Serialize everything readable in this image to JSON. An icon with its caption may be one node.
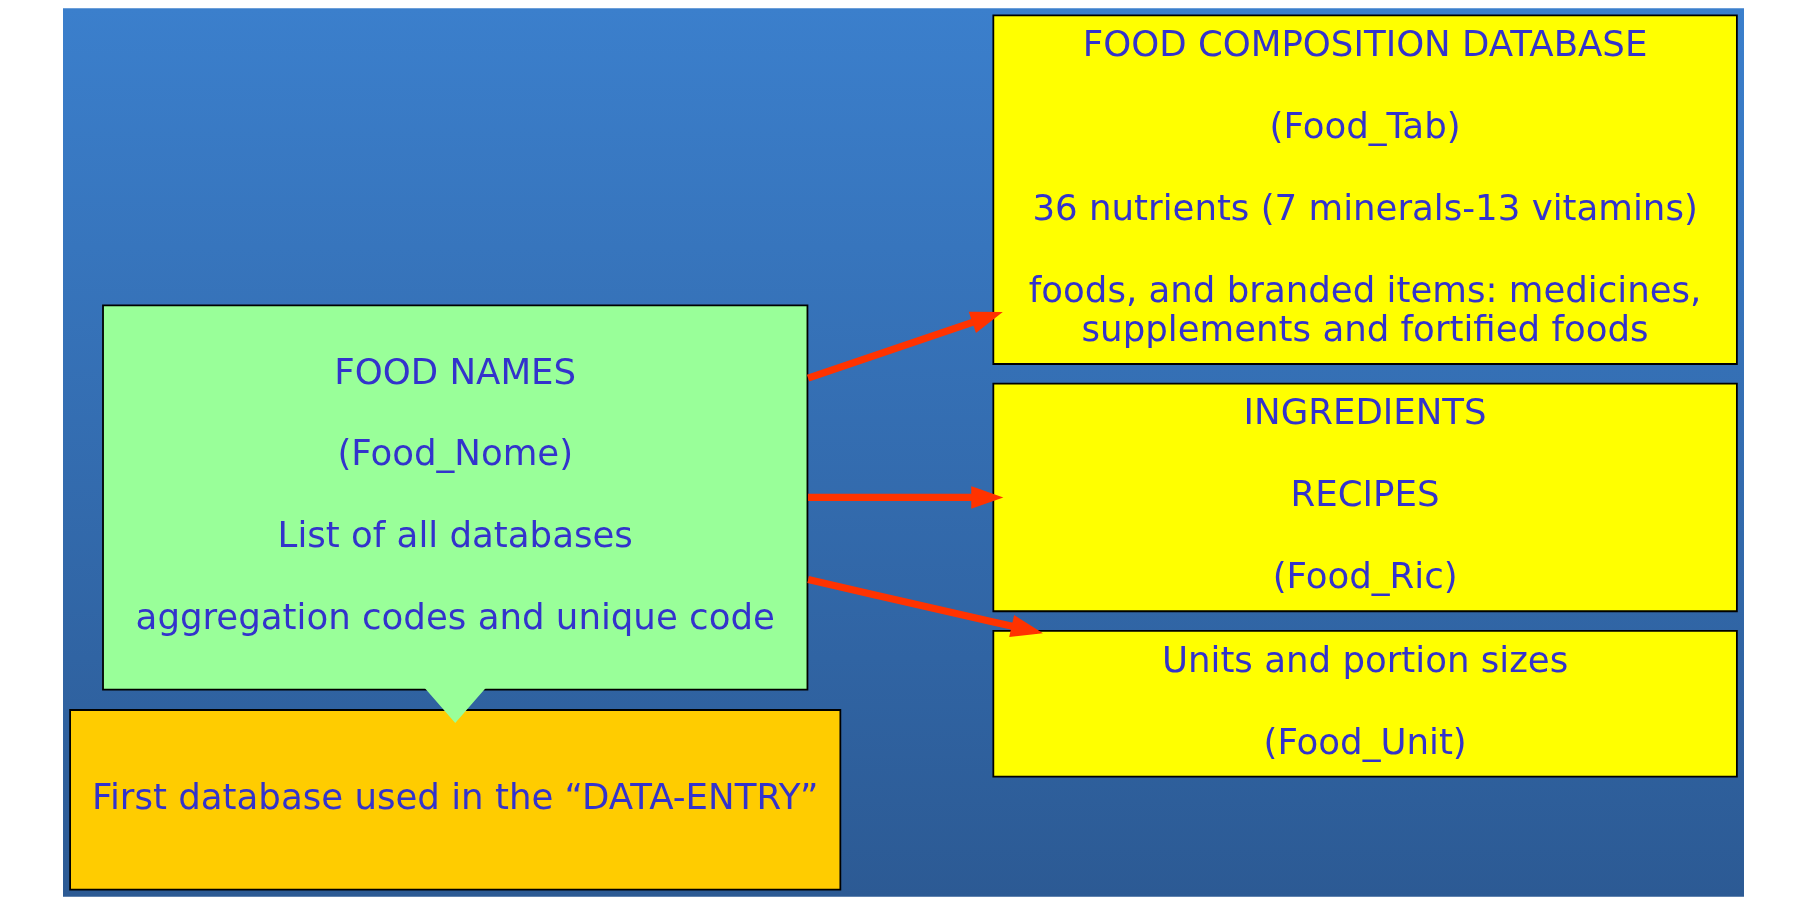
{
  "diagram": {
    "nodes": [
      {
        "text": [
          "FOOD NAMES",
          "(Food_Nome)",
          "List of all databases",
          "aggregation codes and unique code"
        ]
      },
      {
        "text": [
          "FOOD COMPOSITION DATABASE",
          "(Food_Tab)",
          "36 nutrients (7 minerals-13 vitamins)",
          "foods, and branded items: medicines, supplements and fortified foods"
        ]
      },
      {
        "text": [
          "INGREDIENTS",
          "RECIPES",
          "(Food_Ric)"
        ]
      },
      {
        "text": [
          "Units and portion sizes",
          "(Food_Unit)"
        ]
      },
      {
        "text": [
          "First database used in the “DATA-ENTRY”"
        ]
      }
    ],
    "edges": [
      {
        "from": 0,
        "to": 1,
        "arrow": "to"
      },
      {
        "from": 0,
        "to": 2,
        "arrow": "to"
      },
      {
        "from": 0,
        "to": 3,
        "arrow": "to"
      },
      {
        "from": 0,
        "to": 4,
        "arrow": "to",
        "style": "thick",
        "color": "#99ff99"
      }
    ]
  }
}
